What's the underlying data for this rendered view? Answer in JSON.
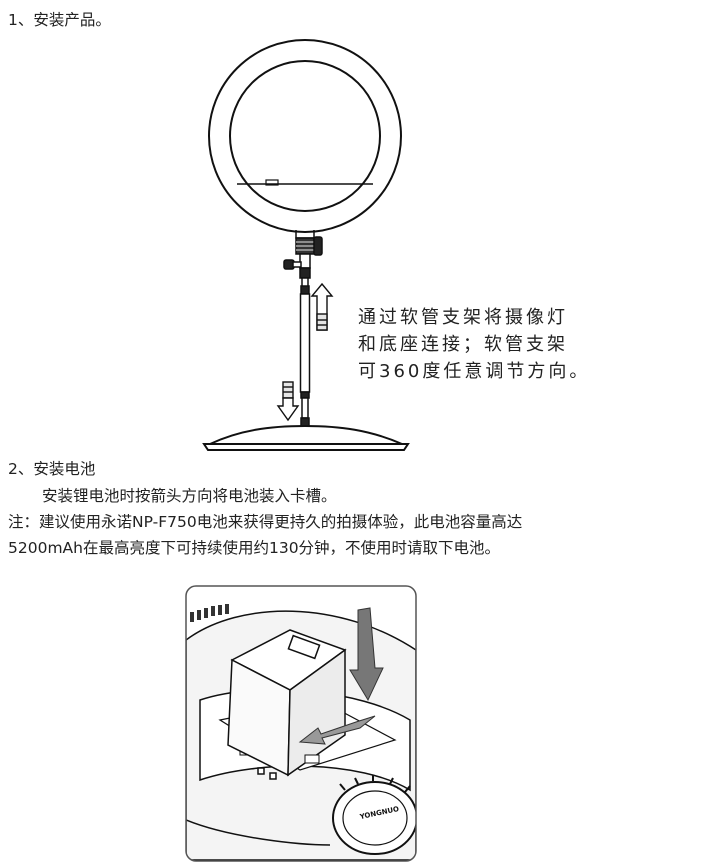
{
  "step1": {
    "title": "1、安装产品。"
  },
  "step1_caption": [
    "通过软管支架将摄像灯",
    "和底座连接；软管支架",
    "可360度任意调节方向。"
  ],
  "step2": {
    "title": "2、安装电池",
    "instruction": "安装锂电池时按箭头方向将电池装入卡槽。",
    "note_line1": "注：建议使用永诺NP-F750电池来获得更持久的拍摄体验，此电池容量高达",
    "note_line2": "5200mAh在最高亮度下可持续使用约130分钟，不使用时请取下电池。"
  },
  "figure2": {
    "knob_logo": "YONGNUO"
  }
}
